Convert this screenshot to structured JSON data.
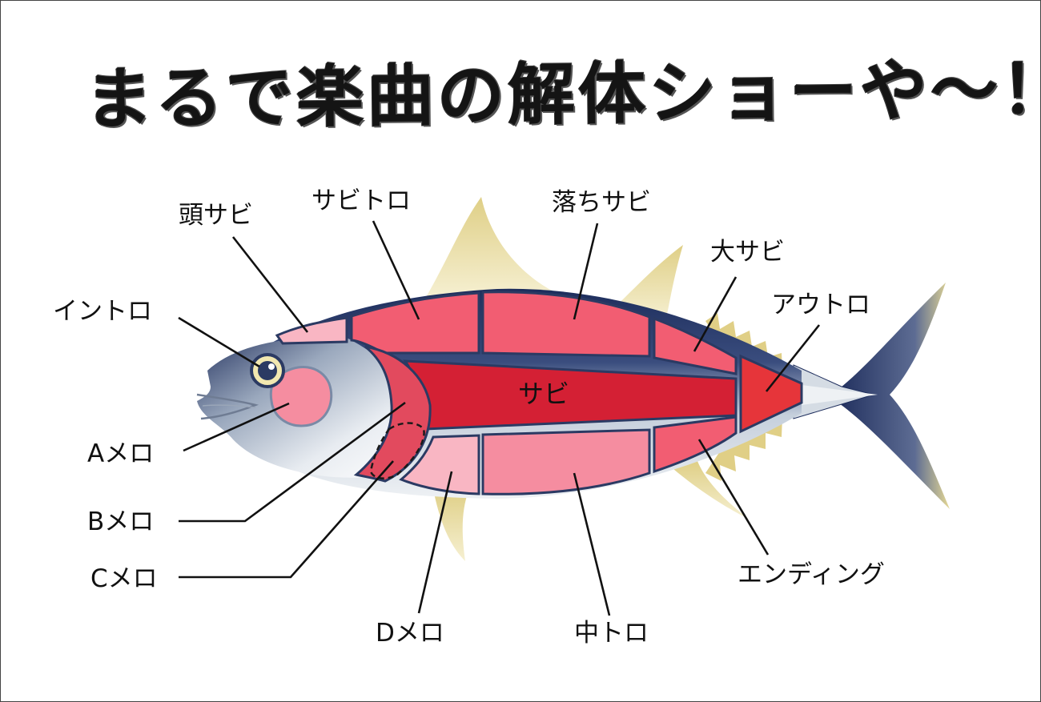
{
  "title": "まるで楽曲の解体ショーや～！",
  "labels": {
    "atama_sabi": "頭サビ",
    "sabi_toro": "サビトロ",
    "ochi_sabi": "落ちサビ",
    "oo_sabi": "大サビ",
    "outro": "アウトロ",
    "intro": "イントロ",
    "sabi": "サビ",
    "a_melo": "Aメロ",
    "b_melo": "Bメロ",
    "c_melo": "Cメロ",
    "d_melo": "Dメロ",
    "chu_toro": "中トロ",
    "ending": "エンディング"
  },
  "colors": {
    "sabi": "#d42034",
    "outro": "#e6353a",
    "upper_panels": "#f25d72",
    "lower_panels": "#f58da0",
    "light_panels": "#f9b6c3",
    "body_dark": "#1d2d5c",
    "fin": "#e9dba0"
  }
}
